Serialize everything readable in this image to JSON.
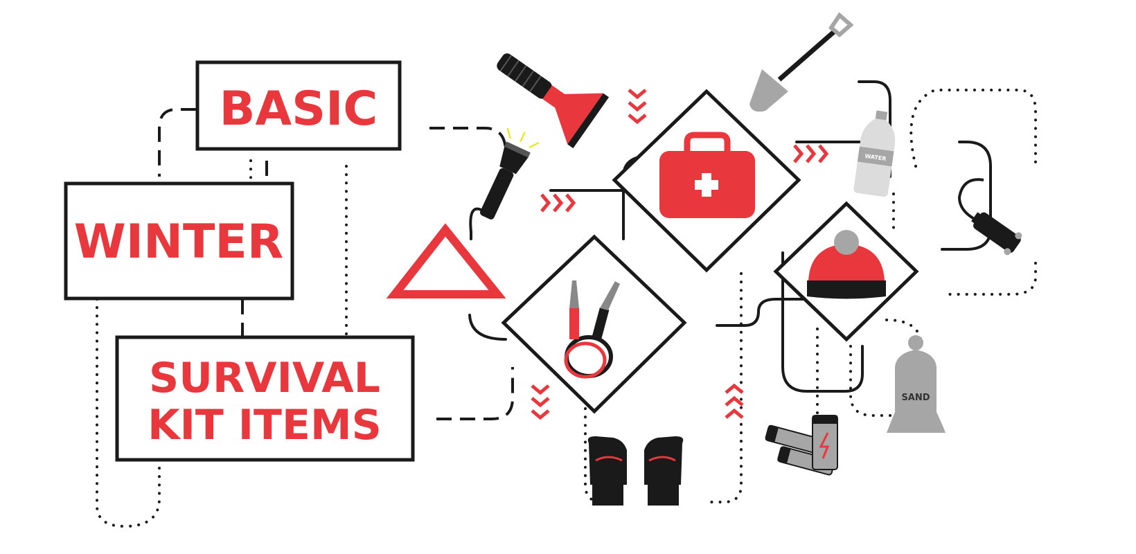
{
  "title": {
    "line1": "BASIC",
    "line2": "WINTER",
    "line3a": "SURVIVAL",
    "line3b": "KIT ITEMS"
  },
  "items": {
    "water_label": "WATER",
    "sand_label": "SAND"
  },
  "colors": {
    "accent": "#e8383d",
    "ink": "#1a1a1a",
    "gray": "#a6a6a6",
    "light_gray": "#dcdcdc"
  }
}
